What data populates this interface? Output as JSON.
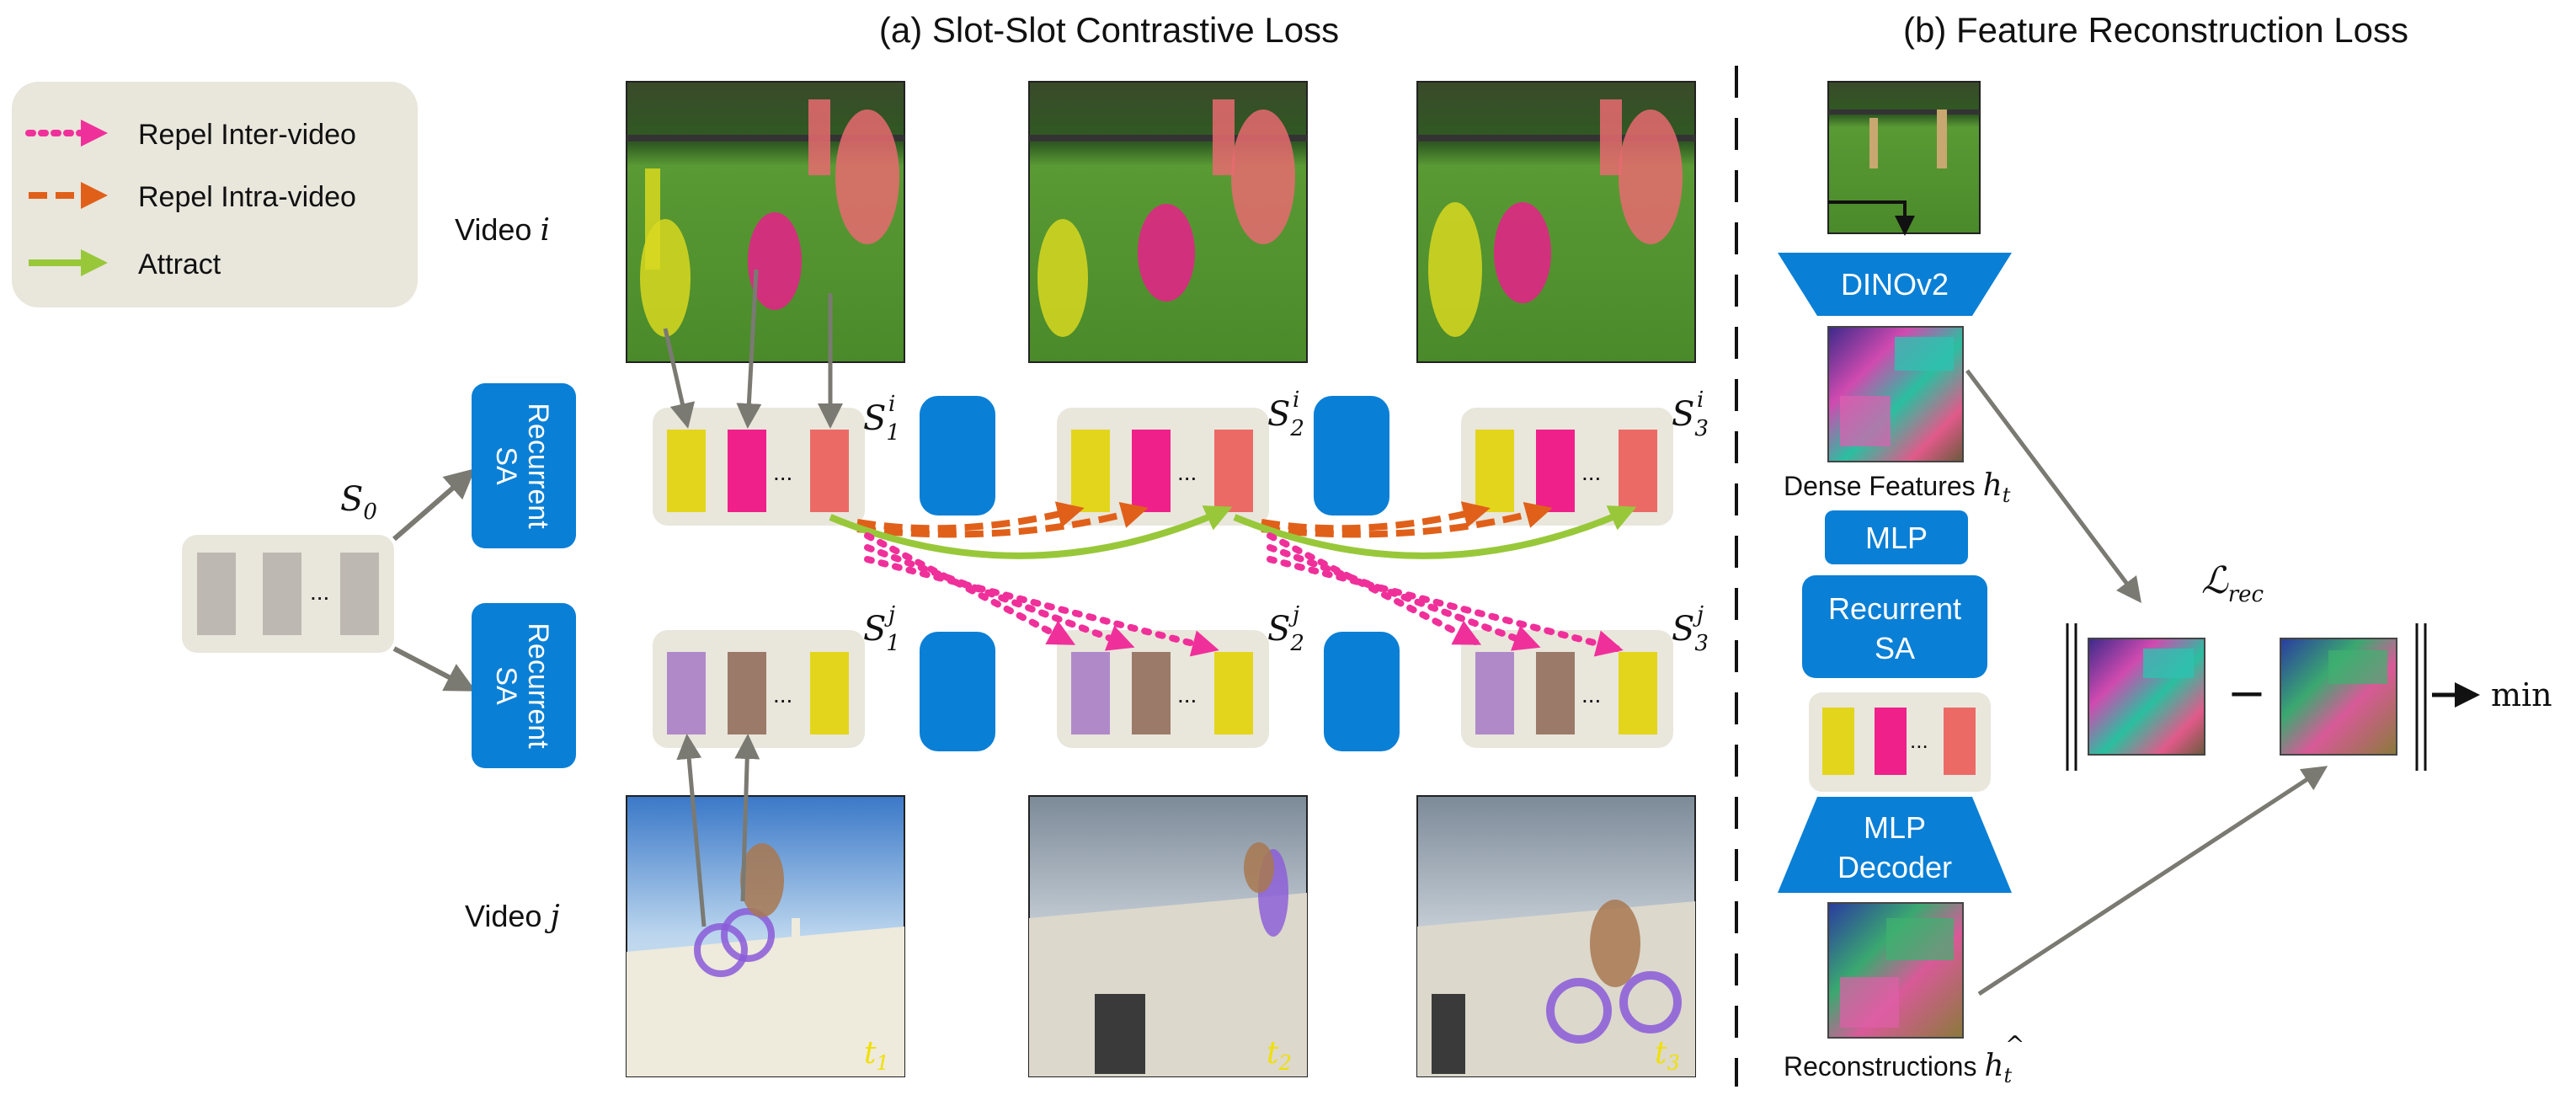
{
  "titles": {
    "a": "(a) Slot-Slot Contrastive Loss",
    "b": "(b) Feature Reconstruction Loss"
  },
  "legend": {
    "repel_inter": "Repel Inter-video",
    "repel_intra": "Repel Intra-video",
    "attract": "Attract"
  },
  "videos": {
    "i_label": "Video ",
    "i_sym": "i",
    "j_label": "Video ",
    "j_sym": "j"
  },
  "s0": {
    "base": "S",
    "sub": "0"
  },
  "recurrent_sa": {
    "line1": "Recurrent",
    "line2": "SA"
  },
  "slot_sets": [
    {
      "base": "S",
      "sub": "1",
      "sup": "i"
    },
    {
      "base": "S",
      "sub": "2",
      "sup": "i"
    },
    {
      "base": "S",
      "sub": "3",
      "sup": "i"
    },
    {
      "base": "S",
      "sub": "1",
      "sup": "j"
    },
    {
      "base": "S",
      "sub": "2",
      "sup": "j"
    },
    {
      "base": "S",
      "sub": "3",
      "sup": "j"
    }
  ],
  "ellipsis": "...",
  "timesteps": [
    {
      "base": "t",
      "sub": "1"
    },
    {
      "base": "t",
      "sub": "2"
    },
    {
      "base": "t",
      "sub": "3"
    }
  ],
  "right_panel": {
    "encoder": "DINOv2",
    "dense_features": "Dense Features ",
    "dense_sym": "h",
    "dense_sub": "t",
    "mlp": "MLP",
    "rsa_line1": "Recurrent",
    "rsa_line2": "SA",
    "decoder_line1": "MLP",
    "decoder_line2": "Decoder",
    "reconstructions": "Reconstructions ",
    "recon_sym": "h",
    "recon_sub": "t",
    "loss_sym": "ℒ",
    "loss_sub": "rec",
    "minus": "−",
    "min": "min"
  },
  "colors": {
    "blue": "#0a7fd6",
    "slot_bg": "#e9e6dc",
    "inter": "#f0309a",
    "intra": "#e0601a",
    "attract": "#98c83a",
    "arrow_gray": "#7a7a72",
    "yellow": "#e3d51c",
    "magenta": "#f0208a",
    "salmon": "#ec6a66",
    "gray_slot": "#bdb9b2",
    "purple": "#b08ac8",
    "brown": "#9c7a6a"
  }
}
